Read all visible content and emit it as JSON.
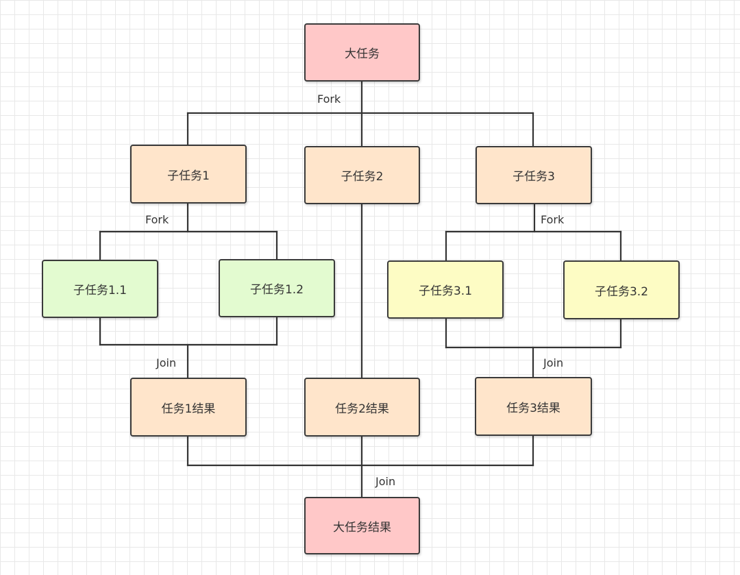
{
  "nodes": {
    "main_task": "大任务",
    "sub_task_1": "子任务1",
    "sub_task_2": "子任务2",
    "sub_task_3": "子任务3",
    "sub_task_1_1": "子任务1.1",
    "sub_task_1_2": "子任务1.2",
    "sub_task_3_1": "子任务3.1",
    "sub_task_3_2": "子任务3.2",
    "task_1_result": "任务1结果",
    "task_2_result": "任务2结果",
    "task_3_result": "任务3结果",
    "main_task_result": "大任务结果"
  },
  "edge_labels": {
    "fork_main": "Fork",
    "fork_sub1": "Fork",
    "fork_sub3": "Fork",
    "join_sub1": "Join",
    "join_sub3": "Join",
    "join_main": "Join"
  },
  "colors": {
    "root_fill": "#ffc8c8",
    "task_fill": "#ffe5cb",
    "sub1_children_fill": "#e3fbd0",
    "sub3_children_fill": "#fdfcc4",
    "line": "#333333"
  }
}
